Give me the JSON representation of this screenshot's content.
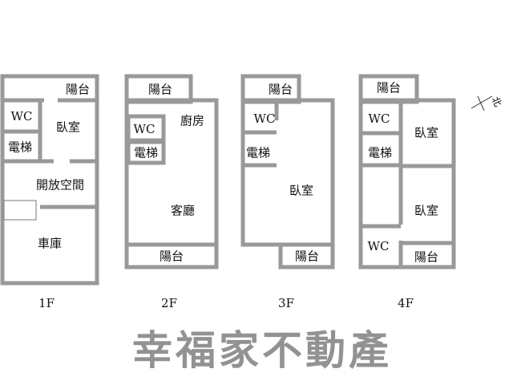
{
  "watermark": "幸福家不動產",
  "compass": "北",
  "floors": [
    {
      "label": "1F",
      "rooms": {
        "balcony": "陽台",
        "wc": "WC",
        "bedroom": "臥室",
        "elevator": "電梯",
        "open_space": "開放空間",
        "garage": "車庫"
      }
    },
    {
      "label": "2F",
      "rooms": {
        "balcony_top": "陽台",
        "kitchen": "廚房",
        "wc": "WC",
        "elevator": "電梯",
        "living": "客廳",
        "balcony_bottom": "陽台"
      }
    },
    {
      "label": "3F",
      "rooms": {
        "balcony_top": "陽台",
        "wc": "WC",
        "elevator": "電梯",
        "bedroom": "臥室",
        "balcony_bottom": "陽台"
      }
    },
    {
      "label": "4F",
      "rooms": {
        "balcony_top": "陽台",
        "wc_top": "WC",
        "bedroom_top": "臥室",
        "elevator": "電梯",
        "bedroom_bottom": "臥室",
        "wc_bottom": "WC",
        "balcony_bottom": "陽台"
      }
    }
  ]
}
